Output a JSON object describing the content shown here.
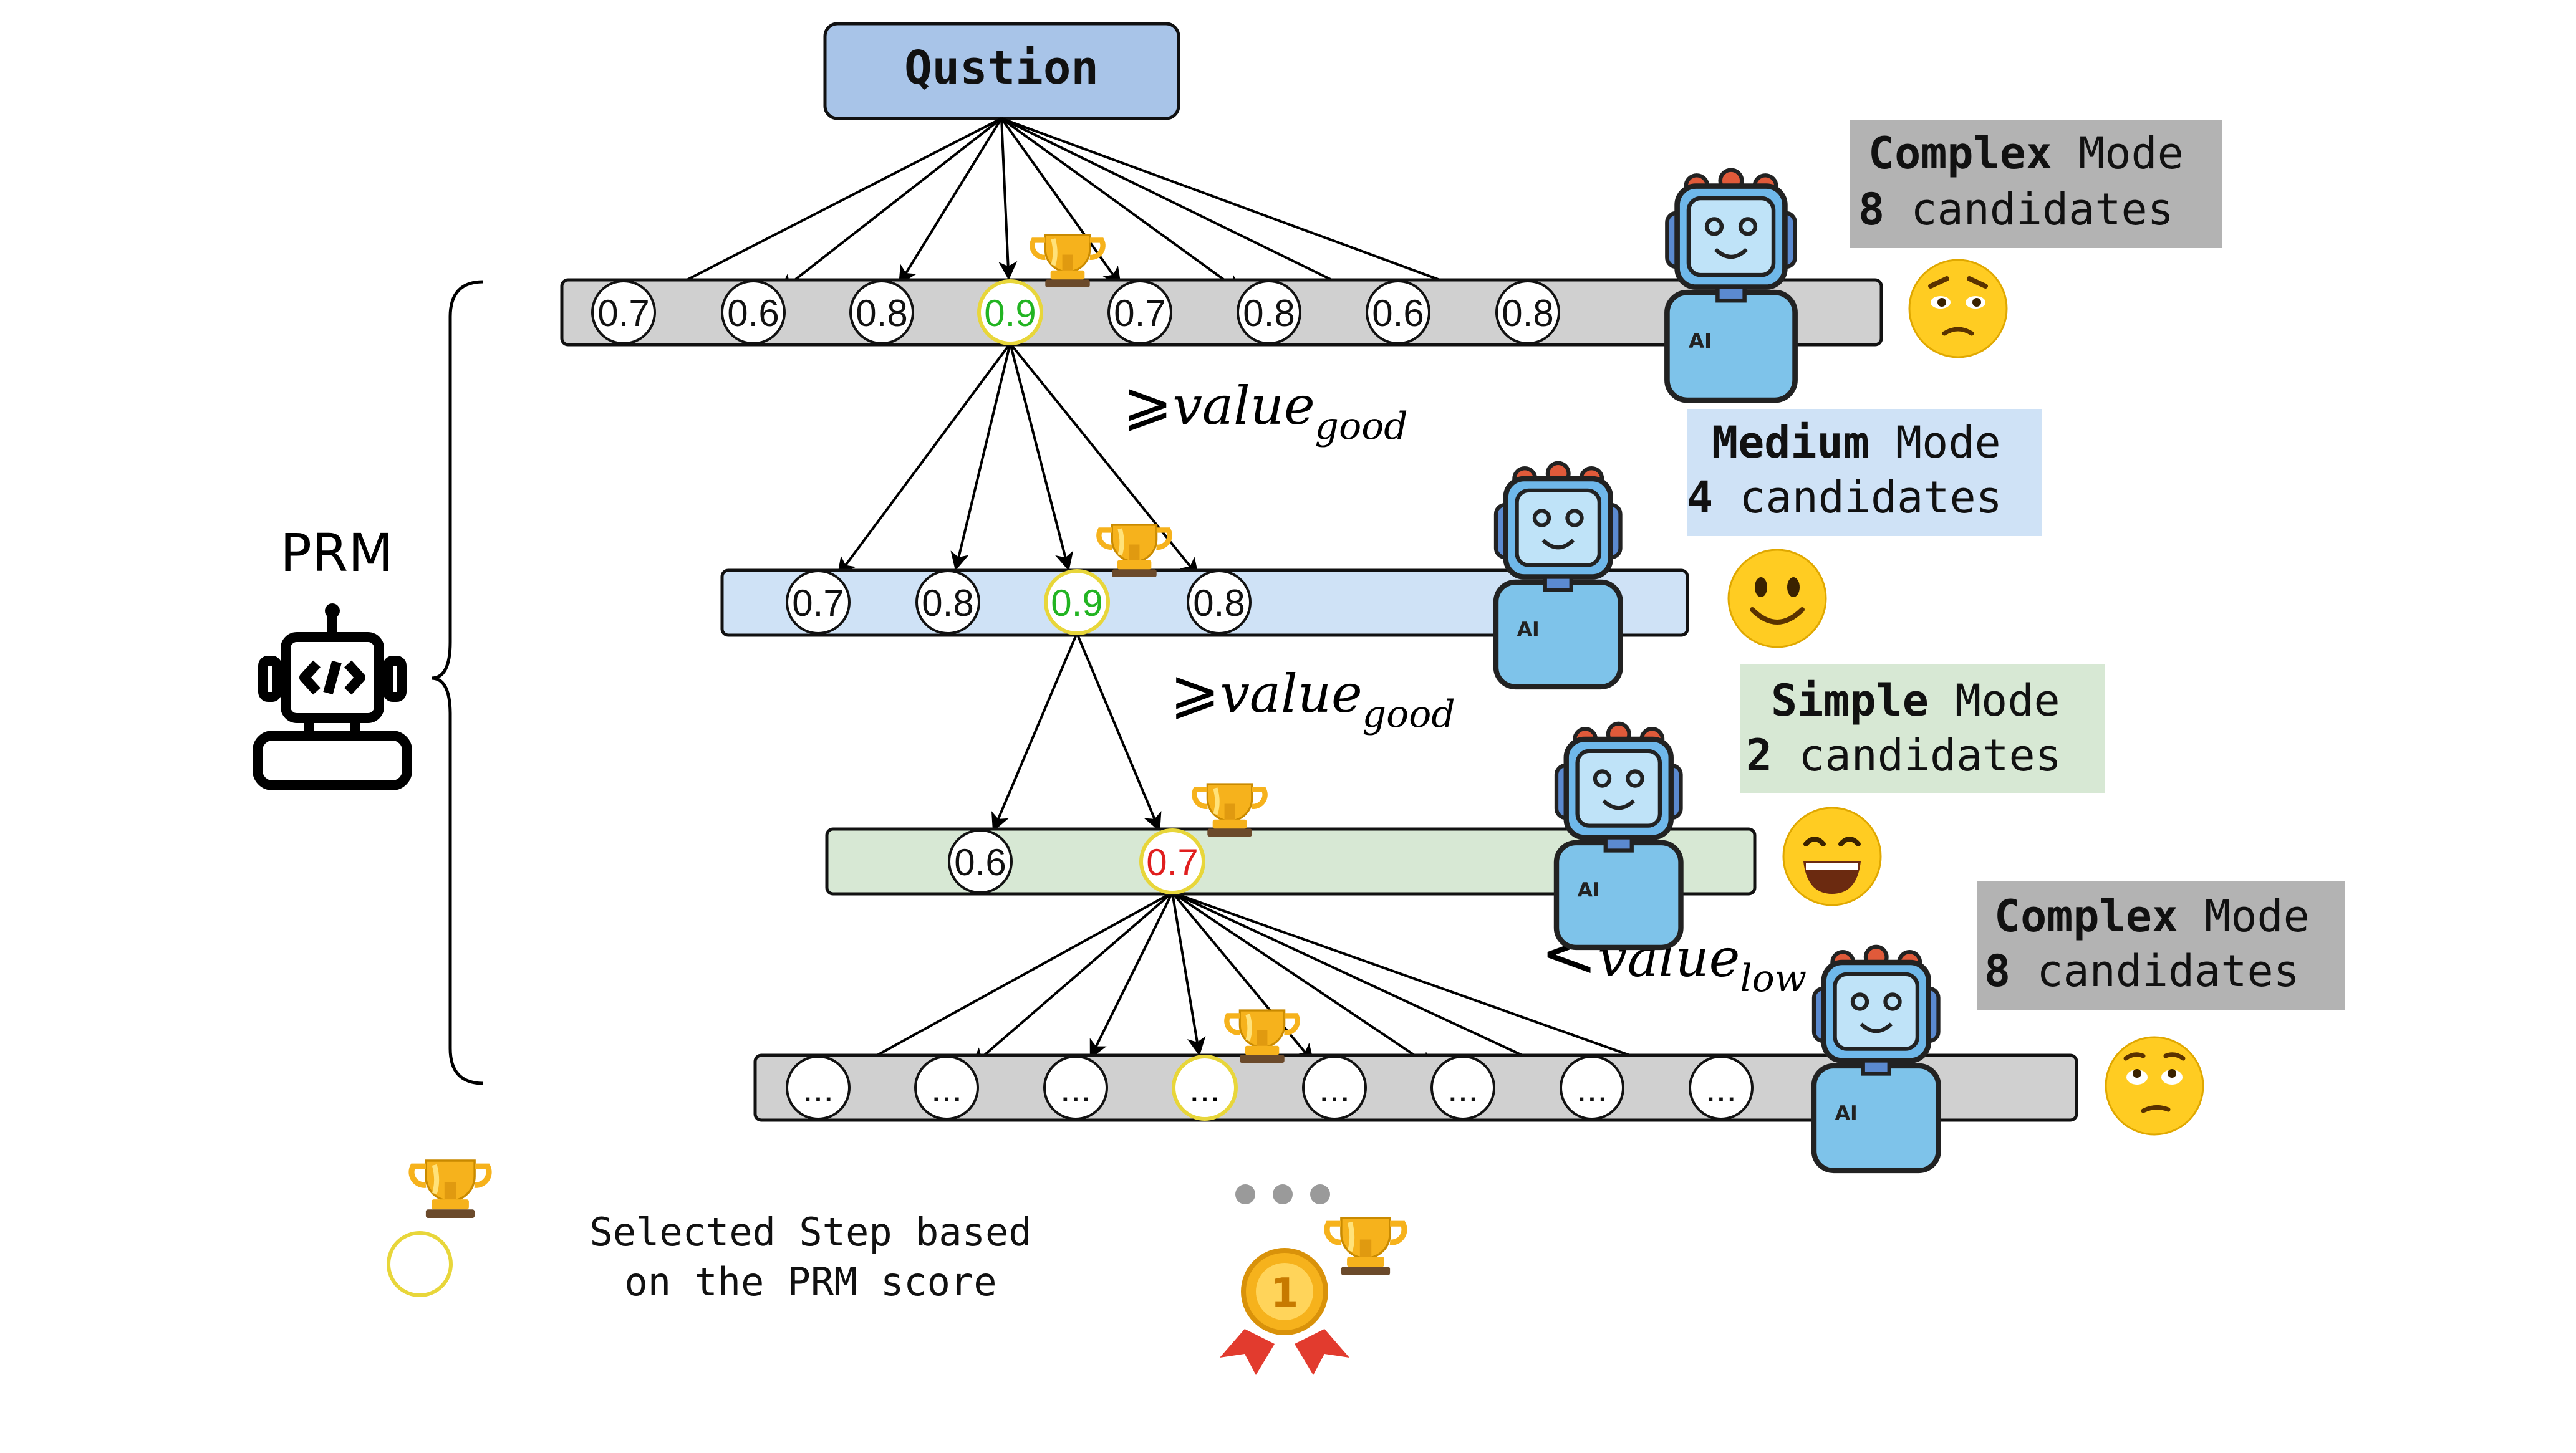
{
  "question": {
    "label": "Qustion"
  },
  "prm": {
    "label": "PRM"
  },
  "thresholds": {
    "good": {
      "symbol": "⩾",
      "word": "value",
      "sub": "good"
    },
    "low": {
      "symbol": "<",
      "word": "value",
      "sub": "low"
    }
  },
  "levels": [
    {
      "mode_strong": "Complex",
      "mode_word": "Mode",
      "count_num": "8",
      "count_word": "candidates",
      "colors": {
        "bar": "#d0d0d0",
        "box": "#b3b3b3"
      },
      "scores": [
        "0.7",
        "0.6",
        "0.8",
        "0.9",
        "0.7",
        "0.8",
        "0.6",
        "0.8"
      ],
      "selected_index": 3,
      "selected_color": "#22b422"
    },
    {
      "mode_strong": "Medium",
      "mode_word": "Mode",
      "count_num": "4",
      "count_word": "candidates",
      "colors": {
        "bar": "#cfe2f6",
        "box": "#cfe2f6"
      },
      "scores": [
        "0.7",
        "0.8",
        "0.9",
        "0.8"
      ],
      "selected_index": 2,
      "selected_color": "#22b422"
    },
    {
      "mode_strong": "Simple",
      "mode_word": "Mode",
      "count_num": "2",
      "count_word": "candidates",
      "colors": {
        "bar": "#d7e8d4",
        "box": "#d7e8d4"
      },
      "scores": [
        "0.6",
        "0.7"
      ],
      "selected_index": 1,
      "selected_color": "#e01e1e"
    },
    {
      "mode_strong": "Complex",
      "mode_word": "Mode",
      "count_num": "8",
      "count_word": "candidates",
      "colors": {
        "bar": "#d0d0d0",
        "box": "#b3b3b3"
      },
      "scores": [
        "...",
        "...",
        "...",
        "...",
        "...",
        "...",
        "...",
        "..."
      ],
      "selected_index": 3,
      "selected_color": "#000000"
    }
  ],
  "legend": {
    "line1": "Selected Step based",
    "line2": "on the PRM score"
  },
  "medal_number": "1",
  "colors": {
    "question_fill": "#a8c4e8",
    "selected_ring": "#e8d63a"
  }
}
